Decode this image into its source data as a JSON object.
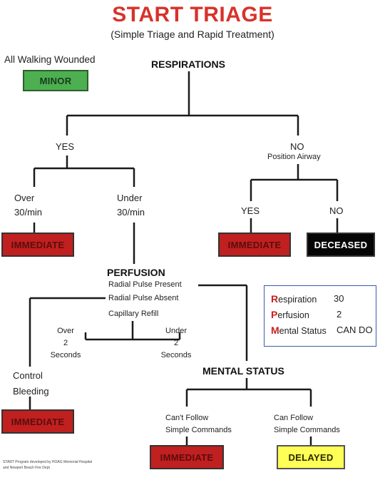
{
  "title": "START TRIAGE",
  "subtitle": "(Simple Triage and Rapid Treatment)",
  "walking": {
    "label": "All Walking Wounded",
    "box": "MINOR"
  },
  "respirations": {
    "label": "RESPIRATIONS",
    "yes": "YES",
    "no": "NO",
    "position_airway": "Position Airway",
    "over_rate": "Over\n30/min",
    "under_rate": "Under\n30/min",
    "airway_yes": "YES",
    "airway_no": "NO"
  },
  "outcomes": {
    "immediate_resp": "IMMEDIATE",
    "immediate_airway": "IMMEDIATE",
    "deceased": "DECEASED",
    "immediate_perfusion": "IMMEDIATE",
    "immediate_mental": "IMMEDIATE",
    "delayed": "DELAYED"
  },
  "perfusion": {
    "label": "PERFUSION",
    "pulse_present": "Radial Pulse Present",
    "pulse_absent": "Radial Pulse Absent",
    "cap_refill": "Capillary Refill",
    "over_seconds": "Over\n2\nSeconds",
    "under_seconds": "Under\n2\nSeconds",
    "control_bleeding": "Control\nBleeding"
  },
  "mental": {
    "label": "MENTAL STATUS",
    "cant_follow": "Can't Follow\nSimple Commands",
    "can_follow": "Can Follow\nSimple Commands"
  },
  "legend": {
    "rows": [
      {
        "cap": "R",
        "rest": "espiration",
        "value": "30"
      },
      {
        "cap": "P",
        "rest": "erfusion",
        "value": "2"
      },
      {
        "cap": "M",
        "rest": "ental Status",
        "value": "CAN DO"
      }
    ]
  },
  "footnote": "START Program developed by HOAG Memorial Hospital\nand Newport Beach Fire Dept",
  "colors": {
    "title": "#d8322a",
    "minor": "#4caf50",
    "immediate": "#c0201f",
    "deceased": "#050505",
    "delayed": "#ffff55"
  }
}
